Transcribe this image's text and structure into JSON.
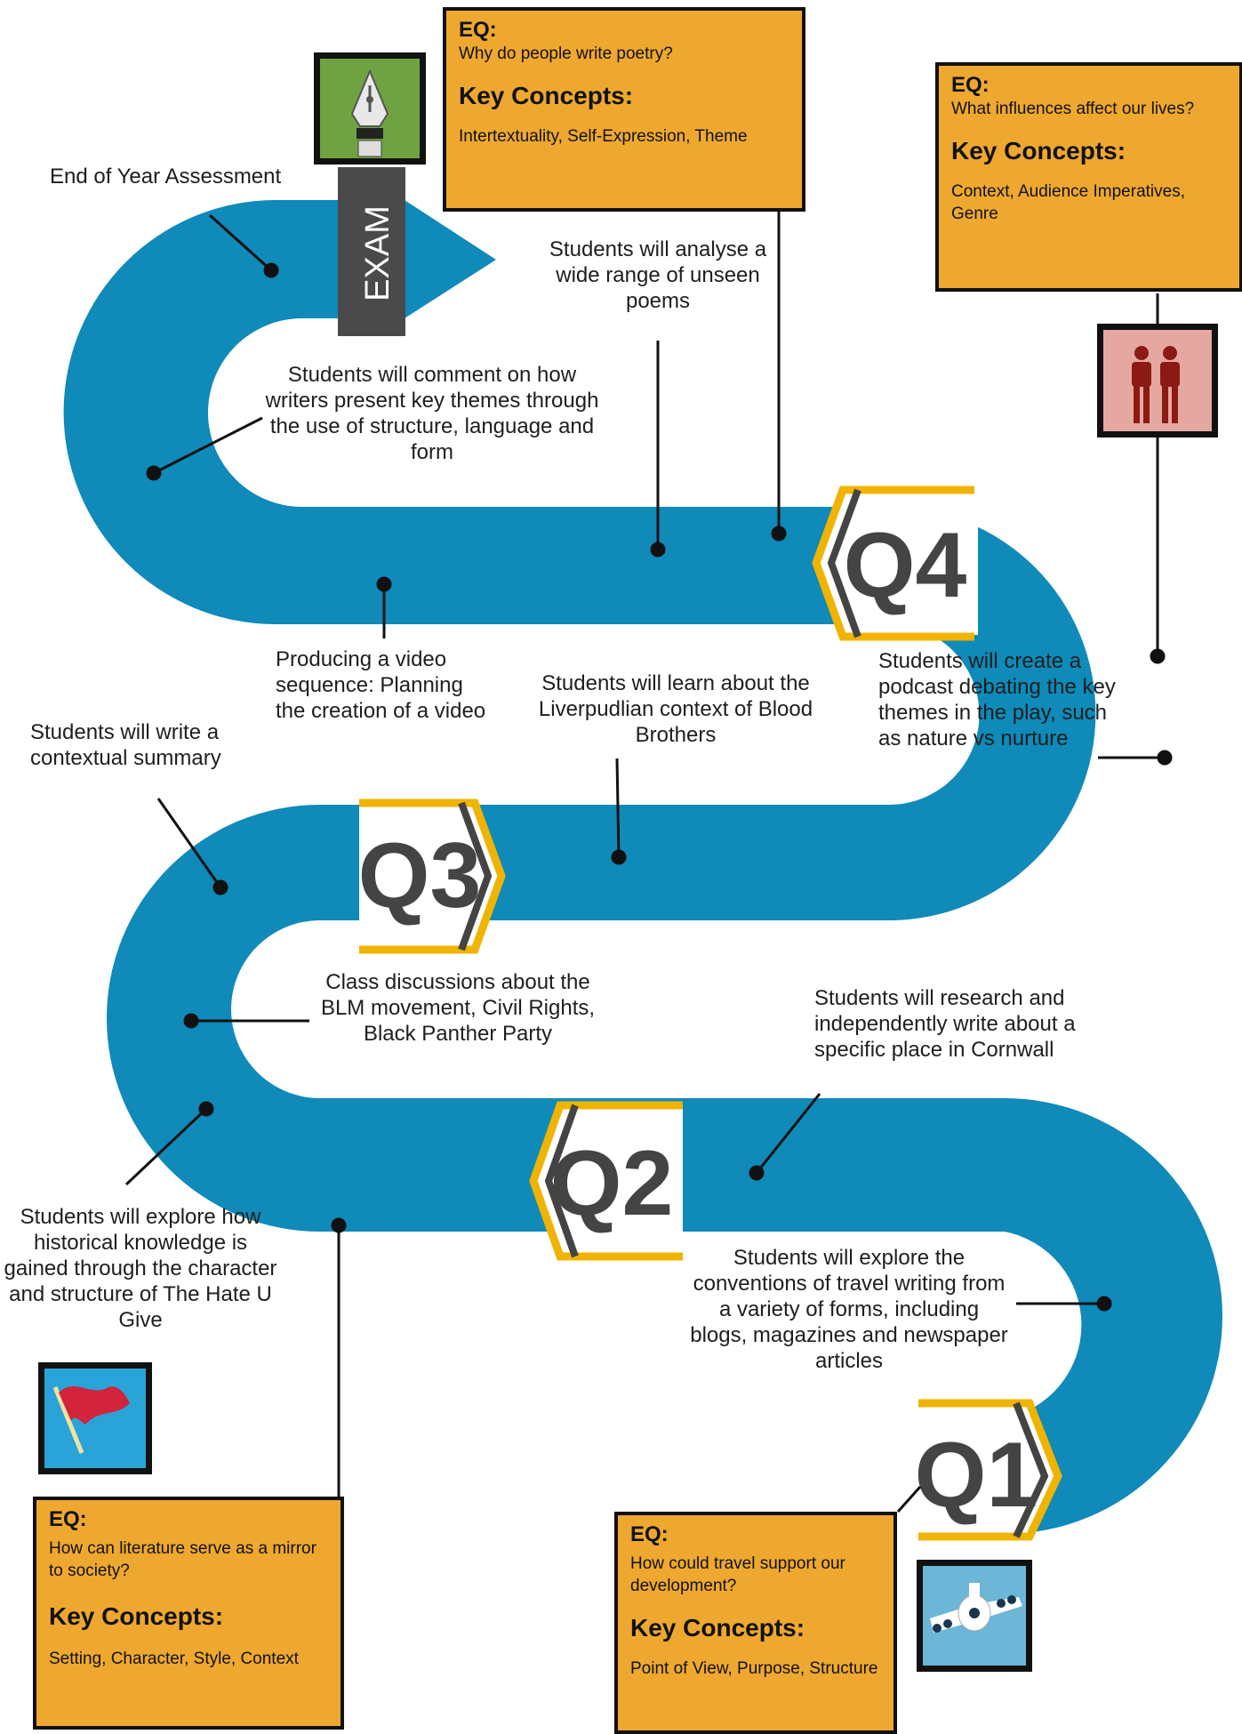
{
  "quarters": {
    "q1": "Q1",
    "q2": "Q2",
    "q3": "Q3",
    "q4": "Q4"
  },
  "exam_label": "EXAM",
  "eq_boxes": {
    "top": {
      "eq_heading": "EQ:",
      "eq": "Why do people write poetry?",
      "kc_heading": "Key Concepts:",
      "kc": "Intertextuality, Self-Expression, Theme"
    },
    "right": {
      "eq_heading": "EQ:",
      "eq": "What influences affect our lives?",
      "kc_heading": "Key Concepts:",
      "kc": "Context, Audience Imperatives, Genre"
    },
    "bottom_left": {
      "eq_heading": "EQ:",
      "eq": "How can literature serve as a mirror to society?",
      "kc_heading": "Key Concepts:",
      "kc": "Setting, Character, Style, Context"
    },
    "bottom_mid": {
      "eq_heading": "EQ:",
      "eq": "How could travel support our development?",
      "kc_heading": "Key Concepts:",
      "kc": "Point of View, Purpose, Structure"
    }
  },
  "annotations": {
    "end_of_year": "End of Year Assessment",
    "analyse_poems": "Students will analyse a wide range of unseen poems",
    "comment_themes": "Students will comment on how writers present key themes through the use of structure, language and form",
    "video": "Producing a video sequence: Planning the creation of a video",
    "liverpool": "Students will learn about the Liverpudlian context of Blood Brothers",
    "podcast": "Students will create a podcast debating the key themes in the play, such as nature vs nurture",
    "contextual_summary": "Students will write a contextual summary",
    "blm": "Class discussions about the BLM movement, Civil Rights, Black Panther Party",
    "cornwall": "Students will research and independently write about a specific place in Cornwall",
    "historical": "Students will explore how historical knowledge is gained through the character and structure of The Hate U Give",
    "travel": "Students will explore the conventions of travel writing from a variety of forms, including blogs, magazines and newspaper articles"
  },
  "icons": [
    "pen-nib-icon",
    "people-icon",
    "flag-icon",
    "airplane-icon"
  ],
  "colors": {
    "road": "#0f8ab9",
    "marker_yellow": "#f0b400",
    "marker_text": "#444444",
    "box": "#eea830",
    "exam": "#4a4a4a"
  }
}
